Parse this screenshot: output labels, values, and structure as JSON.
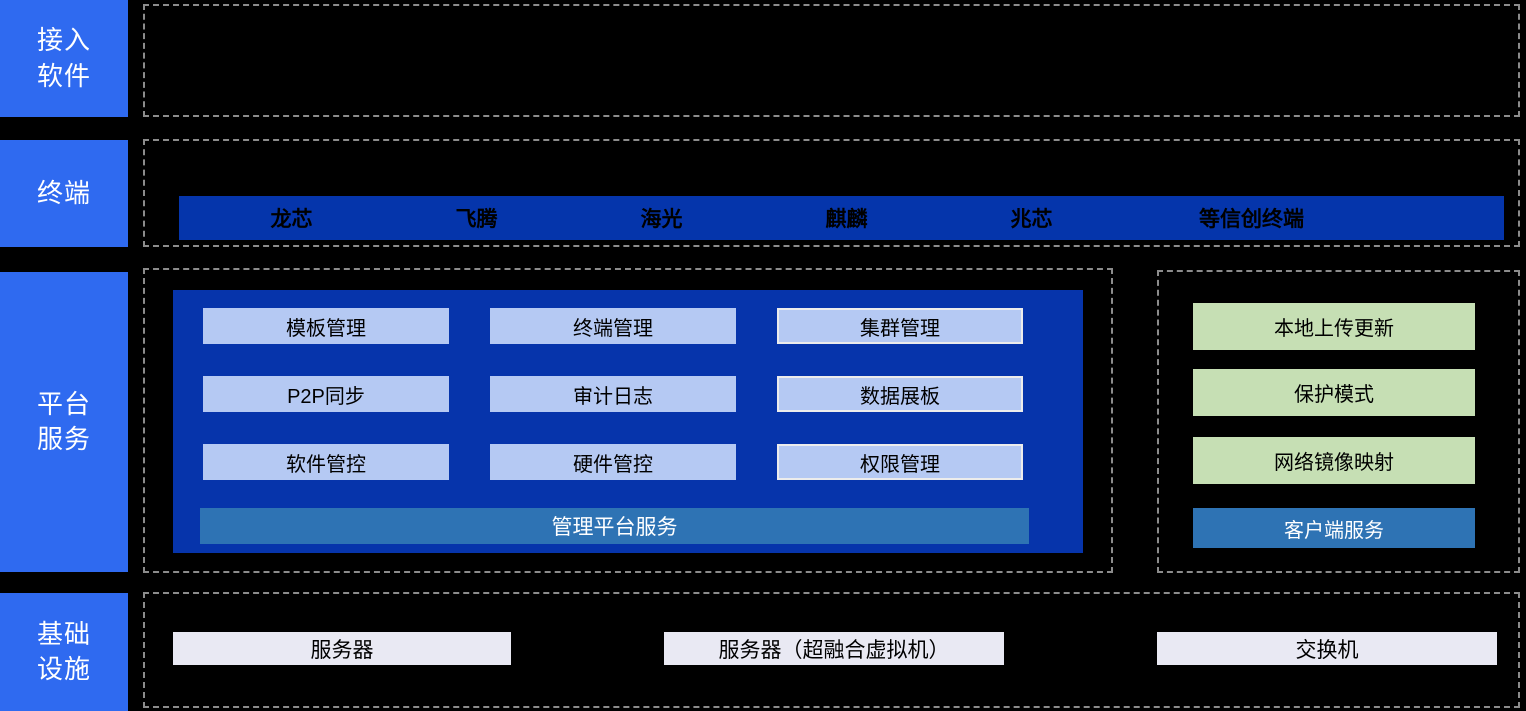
{
  "diagram": {
    "layers": {
      "access": {
        "label": "接入\n软件"
      },
      "terminal": {
        "label": "终端",
        "chips": [
          "龙芯",
          "飞腾",
          "海光",
          "麒麟",
          "兆芯",
          "等信创终端"
        ]
      },
      "platform": {
        "label": "平台\n服务",
        "management": {
          "buttons": [
            "模板管理",
            "终端管理",
            "集群管理",
            "P2P同步",
            "审计日志",
            "数据展板",
            "软件管控",
            "硬件管控",
            "权限管理"
          ],
          "footer": "管理平台服务"
        },
        "client": {
          "buttons": [
            "本地上传更新",
            "保护模式",
            "网络镜像映射"
          ],
          "footer": "客户端服务"
        }
      },
      "infrastructure": {
        "label": "基础\n设施",
        "items": [
          "服务器",
          "服务器（超融合虚拟机）",
          "交换机"
        ]
      }
    },
    "colors": {
      "sidebar_blue": "#2f6af0",
      "deep_blue": "#0634ab",
      "terminal_bar_blue": "#0535ab",
      "steel_blue": "#2e73b4",
      "light_blue_button": "#b5c9f3",
      "green_box": "#c6dfb4",
      "light_gray_box": "#e9e9f3",
      "background": "#000000",
      "dashed_border": "#8c8c8c"
    }
  }
}
